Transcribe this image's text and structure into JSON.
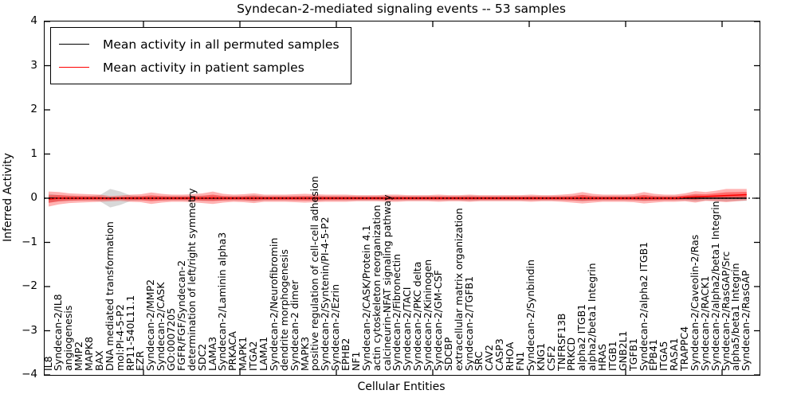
{
  "figure": {
    "title": "Syndecan-2-mediated signaling events -- 53 samples",
    "xlabel": "Cellular Entities",
    "ylabel": "Inferred Activity"
  },
  "legend": {
    "entries": [
      {
        "label": "Mean activity in all permuted samples",
        "color": "#000000"
      },
      {
        "label": "Mean activity in patient samples",
        "color": "#ff0000"
      }
    ]
  },
  "chart_data": {
    "type": "line",
    "title": "Syndecan-2-mediated signaling events -- 53 samples",
    "xlabel": "Cellular Entities",
    "ylabel": "Inferred Activity",
    "ylim": [
      -4,
      4
    ],
    "grid": false,
    "legend_position": "upper left",
    "ytick_values": [
      4,
      3,
      2,
      1,
      0,
      -1,
      -2,
      -3,
      -4
    ],
    "ytick_labels": [
      "4",
      "3",
      "2",
      "1",
      "0",
      "−1",
      "−2",
      "−3",
      "−4"
    ],
    "zero_line": true,
    "categories": [
      "IL8",
      "Syndecan-2/IL8",
      "angiogenesis",
      "MMP2",
      "MAPK8",
      "BAX",
      "DNA mediated transformation",
      "mol:PI-4-5-P2",
      "RP11-540L11.1",
      "EZR",
      "Syndecan-2/MMP2",
      "Syndecan-2/CASK",
      "GO:0007205",
      "FGFR/FGF/Syndecan-2",
      "determination of left/right symmetry",
      "SDC2",
      "LAMA3",
      "Syndecan-2/Laminin alpha3",
      "PRKACA",
      "MAPK1",
      "ITGA2",
      "LAMA1",
      "Syndecan-2/Neurofibromin",
      "dendrite morphogenesis",
      "Syndecan-2 dimer",
      "MAPK3",
      "positive regulation of cell-cell adhesion",
      "Syndecan-2/Syntenin/PI-4-5-P2",
      "Syndecan-2/Ezrin",
      "EPHB2",
      "NF1",
      "Syndecan-2/CASK/Protein 4.1",
      "actin cytoskeleton reorganization",
      "calcineurin-NFAT signaling pathway",
      "Syndecan-2/Fibronectin",
      "Syndecan-2/TACI",
      "Syndecan-2/PKC delta",
      "Syndecan-2/Kininogen",
      "Syndecan-2/GM-CSF",
      "SDCBP",
      "extracellular matrix organization",
      "Syndecan-2/TGFB1",
      "SRC",
      "CAV2",
      "CASP3",
      "RHOA",
      "FN1",
      "Syndecan-2/Synbindin",
      "KNG1",
      "CSF2",
      "TNFRSF13B",
      "PRKCD",
      "alpha2 ITGB1",
      "alpha2/beta1 Integrin",
      "HRAS",
      "ITGB1",
      "GNB2L1",
      "TGFB1",
      "Syndecan-2/alpha2 ITGB1",
      "EPB41",
      "ITGA5",
      "RASA1",
      "TRAPPC4",
      "Syndecan-2/Caveolin-2/Ras",
      "Syndecan-2/RACK1",
      "Syndecan-2/alpha2/beta1 Integrin",
      "Syndecan-2/RasGAP/Src",
      "alpha5/beta1 Integrin",
      "Syndecan-2/RasGAP"
    ],
    "series": [
      {
        "name": "Mean activity in all permuted samples",
        "color": "#000000",
        "band_color": "#999999",
        "values": [
          0,
          0,
          0,
          0,
          0,
          0,
          0,
          0,
          0,
          0,
          0,
          0,
          0,
          0,
          0,
          0,
          0,
          0,
          0,
          0,
          0,
          0,
          0,
          0,
          0,
          0,
          0,
          0,
          0,
          0,
          0,
          0,
          0,
          0,
          0,
          0,
          0,
          0,
          0,
          0,
          0,
          0,
          0,
          0,
          0,
          0,
          0,
          0,
          0,
          0,
          0,
          0,
          0,
          0,
          0,
          0,
          0,
          0,
          0,
          0,
          0,
          0,
          0,
          0,
          0,
          0,
          0,
          0,
          0
        ],
        "band": [
          0.1,
          0.07,
          0.06,
          0.05,
          0.05,
          0.07,
          0.21,
          0.15,
          0.06,
          0.05,
          0.05,
          0.05,
          0.05,
          0.05,
          0.05,
          0.06,
          0.06,
          0.05,
          0.05,
          0.05,
          0.07,
          0.05,
          0.05,
          0.05,
          0.05,
          0.05,
          0.06,
          0.05,
          0.05,
          0.05,
          0.05,
          0.05,
          0.05,
          0.05,
          0.05,
          0.05,
          0.05,
          0.05,
          0.05,
          0.05,
          0.05,
          0.06,
          0.05,
          0.05,
          0.05,
          0.05,
          0.05,
          0.05,
          0.05,
          0.05,
          0.05,
          0.05,
          0.07,
          0.05,
          0.05,
          0.05,
          0.05,
          0.05,
          0.06,
          0.05,
          0.05,
          0.05,
          0.05,
          0.07,
          0.05,
          0.06,
          0.07,
          0.06,
          0.06
        ]
      },
      {
        "name": "Mean activity in patient samples",
        "color": "#ff0000",
        "band_color": "#ff0000",
        "values": [
          -0.02,
          0,
          0,
          0,
          0,
          0,
          -0.01,
          0,
          0,
          0,
          0,
          0,
          0,
          0,
          0,
          0,
          0.01,
          0,
          0,
          0,
          0,
          0,
          0,
          0,
          0,
          0,
          0,
          0,
          0,
          0,
          0,
          0,
          0,
          0,
          0,
          0,
          0,
          0,
          0,
          0,
          0,
          0,
          0,
          0,
          0,
          0,
          0,
          0,
          0,
          0,
          0,
          0,
          0.01,
          0,
          0,
          0,
          0,
          0,
          0.01,
          0,
          0,
          0,
          0.02,
          0.03,
          0.04,
          0.05,
          0.06,
          0.07,
          0.08
        ],
        "band": [
          0.17,
          0.14,
          0.11,
          0.1,
          0.09,
          0.08,
          0.06,
          0.06,
          0.08,
          0.09,
          0.13,
          0.1,
          0.08,
          0.08,
          0.09,
          0.11,
          0.14,
          0.1,
          0.08,
          0.09,
          0.11,
          0.08,
          0.08,
          0.08,
          0.09,
          0.1,
          0.09,
          0.08,
          0.08,
          0.08,
          0.07,
          0.07,
          0.07,
          0.08,
          0.08,
          0.07,
          0.07,
          0.07,
          0.08,
          0.07,
          0.07,
          0.08,
          0.07,
          0.07,
          0.07,
          0.07,
          0.07,
          0.08,
          0.07,
          0.07,
          0.08,
          0.1,
          0.13,
          0.1,
          0.08,
          0.08,
          0.08,
          0.09,
          0.13,
          0.1,
          0.08,
          0.08,
          0.09,
          0.13,
          0.1,
          0.12,
          0.15,
          0.14,
          0.13
        ]
      }
    ]
  }
}
